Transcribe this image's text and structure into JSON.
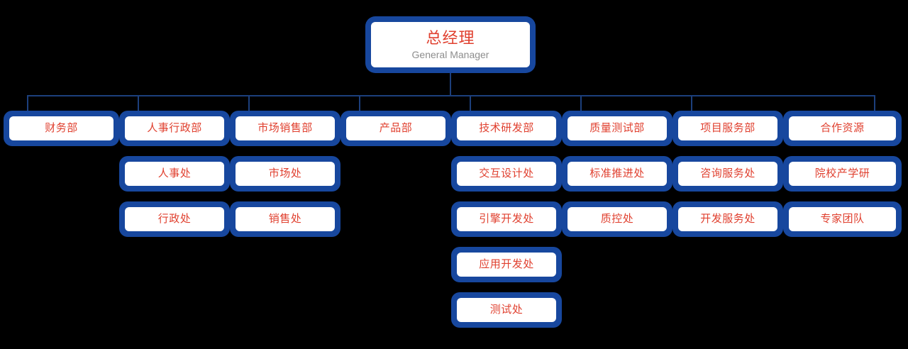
{
  "diagram": {
    "type": "organization-chart",
    "colors": {
      "frame_blue": "#17479e",
      "connector_blue": "#1c3f7c",
      "label_red": "#e0402f",
      "subtitle_gray": "#8d8d8d",
      "box_white": "#ffffff",
      "background": "#000000"
    },
    "root": {
      "cn": "总经理",
      "en": "General Manager"
    },
    "columns": [
      {
        "head": "财务部",
        "children": []
      },
      {
        "head": "人事行政部",
        "children": [
          "人事处",
          "行政处"
        ]
      },
      {
        "head": "市场销售部",
        "children": [
          "市场处",
          "销售处"
        ]
      },
      {
        "head": "产品部",
        "children": []
      },
      {
        "head": "技术研发部",
        "children": [
          "交互设计处",
          "引擎开发处",
          "应用开发处",
          "测试处"
        ]
      },
      {
        "head": "质量测试部",
        "children": [
          "标准推进处",
          "质控处"
        ]
      },
      {
        "head": "项目服务部",
        "children": [
          "咨询服务处",
          "开发服务处"
        ]
      },
      {
        "head": "合作资源",
        "children": [
          "院校产学研",
          "专家团队"
        ]
      }
    ]
  }
}
